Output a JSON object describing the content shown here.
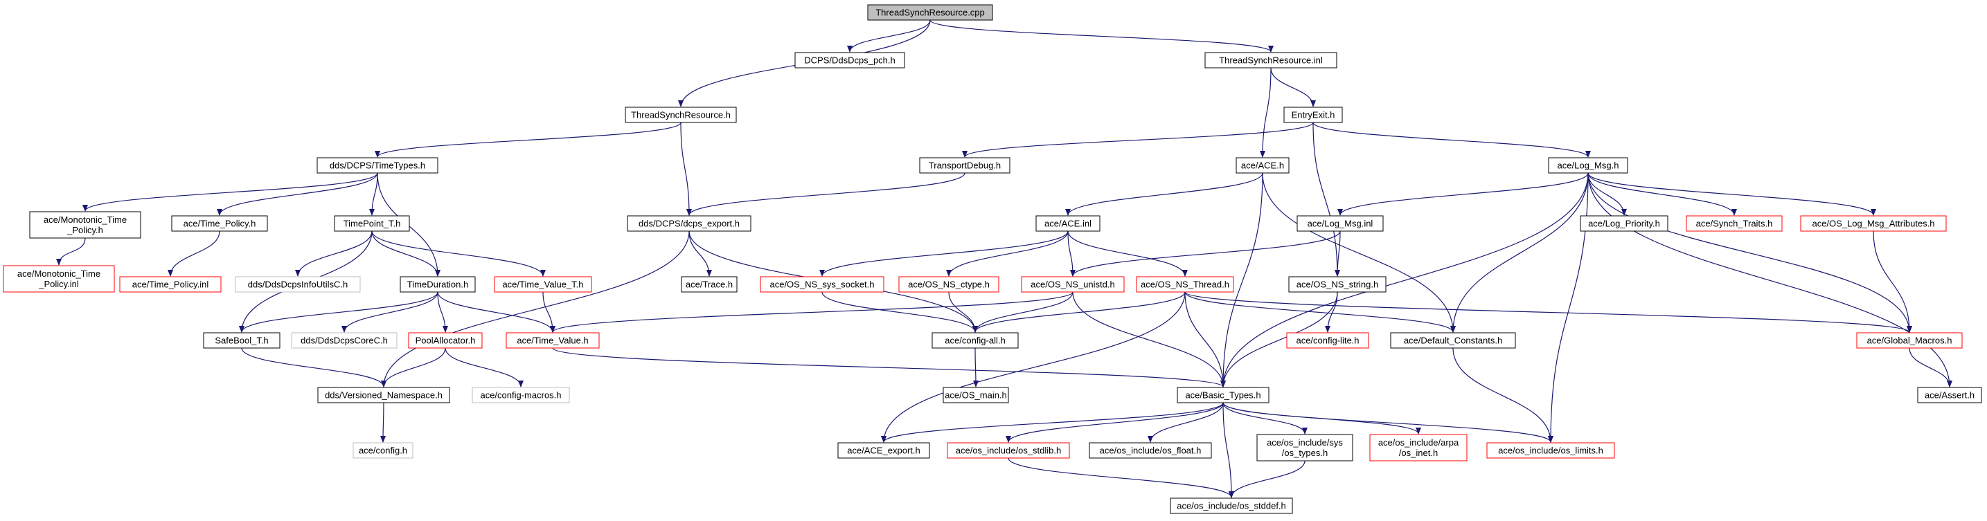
{
  "colors": {
    "edge": "#191970",
    "border_normal": "#000000",
    "border_missing": "#ff0000",
    "border_external": "#bfbfbf",
    "root_fill": "#bfbfbf",
    "fill": "#ffffff"
  },
  "nodes": [
    {
      "id": "root",
      "label": "ThreadSynchResource.cpp",
      "kind": "root"
    },
    {
      "id": "pch",
      "label": "DCPS/DdsDcps_pch.h",
      "kind": "normal"
    },
    {
      "id": "inl_main",
      "label": "ThreadSynchResource.inl",
      "kind": "normal"
    },
    {
      "id": "h_main",
      "label": "ThreadSynchResource.h",
      "kind": "normal"
    },
    {
      "id": "entryexit",
      "label": "EntryExit.h",
      "kind": "normal"
    },
    {
      "id": "timetypes",
      "label": "dds/DCPS/TimeTypes.h",
      "kind": "normal"
    },
    {
      "id": "transportdebug",
      "label": "TransportDebug.h",
      "kind": "normal"
    },
    {
      "id": "ace_h",
      "label": "ace/ACE.h",
      "kind": "normal"
    },
    {
      "id": "logmsg",
      "label": "ace/Log_Msg.h",
      "kind": "normal"
    },
    {
      "id": "mono_h",
      "label": "ace/Monotonic_Time\n_Policy.h",
      "kind": "normal"
    },
    {
      "id": "timepolicy_h",
      "label": "ace/Time_Policy.h",
      "kind": "normal"
    },
    {
      "id": "timepoint",
      "label": "TimePoint_T.h",
      "kind": "normal"
    },
    {
      "id": "dcps_export",
      "label": "dds/DCPS/dcps_export.h",
      "kind": "normal"
    },
    {
      "id": "ace_inl",
      "label": "ace/ACE.inl",
      "kind": "normal"
    },
    {
      "id": "logmsg_inl",
      "label": "ace/Log_Msg.inl",
      "kind": "normal"
    },
    {
      "id": "logpriority",
      "label": "ace/Log_Priority.h",
      "kind": "normal"
    },
    {
      "id": "synchtraits",
      "label": "ace/Synch_Traits.h",
      "kind": "missing"
    },
    {
      "id": "oslogmsg",
      "label": "ace/OS_Log_Msg_Attributes.h",
      "kind": "missing"
    },
    {
      "id": "mono_inl",
      "label": "ace/Monotonic_Time\n_Policy.inl",
      "kind": "missing"
    },
    {
      "id": "timepolicy_inl",
      "label": "ace/Time_Policy.inl",
      "kind": "missing"
    },
    {
      "id": "ddsinfoutils",
      "label": "dds/DdsDcpsInfoUtilsC.h",
      "kind": "external"
    },
    {
      "id": "timevalue_t",
      "label": "ace/Time_Value_T.h",
      "kind": "missing"
    },
    {
      "id": "trace",
      "label": "ace/Trace.h",
      "kind": "normal"
    },
    {
      "id": "ns_socket",
      "label": "ace/OS_NS_sys_socket.h",
      "kind": "missing"
    },
    {
      "id": "ns_ctype",
      "label": "ace/OS_NS_ctype.h",
      "kind": "missing"
    },
    {
      "id": "ns_unistd",
      "label": "ace/OS_NS_unistd.h",
      "kind": "missing"
    },
    {
      "id": "ns_thread",
      "label": "ace/OS_NS_Thread.h",
      "kind": "missing"
    },
    {
      "id": "ns_string",
      "label": "ace/OS_NS_string.h",
      "kind": "normal"
    },
    {
      "id": "timeduration",
      "label": "TimeDuration.h",
      "kind": "normal"
    },
    {
      "id": "safebool",
      "label": "SafeBool_T.h",
      "kind": "normal"
    },
    {
      "id": "ddscore",
      "label": "dds/DdsDcpsCoreC.h",
      "kind": "external"
    },
    {
      "id": "poolalloc",
      "label": "PoolAllocator.h",
      "kind": "missing"
    },
    {
      "id": "timevalue",
      "label": "ace/Time_Value.h",
      "kind": "missing"
    },
    {
      "id": "configall",
      "label": "ace/config-all.h",
      "kind": "normal"
    },
    {
      "id": "configlite",
      "label": "ace/config-lite.h",
      "kind": "missing"
    },
    {
      "id": "defconst",
      "label": "ace/Default_Constants.h",
      "kind": "normal"
    },
    {
      "id": "globalmacros",
      "label": "ace/Global_Macros.h",
      "kind": "missing"
    },
    {
      "id": "versioned",
      "label": "dds/Versioned_Namespace.h",
      "kind": "normal"
    },
    {
      "id": "configmacros",
      "label": "ace/config-macros.h",
      "kind": "external"
    },
    {
      "id": "osmain",
      "label": "ace/OS_main.h",
      "kind": "normal"
    },
    {
      "id": "basictypes",
      "label": "ace/Basic_Types.h",
      "kind": "normal"
    },
    {
      "id": "assert",
      "label": "ace/Assert.h",
      "kind": "normal"
    },
    {
      "id": "config",
      "label": "ace/config.h",
      "kind": "external"
    },
    {
      "id": "aceexport",
      "label": "ace/ACE_export.h",
      "kind": "normal"
    },
    {
      "id": "stdlib",
      "label": "ace/os_include/os_stdlib.h",
      "kind": "missing"
    },
    {
      "id": "osfloat",
      "label": "ace/os_include/os_float.h",
      "kind": "normal"
    },
    {
      "id": "systypes",
      "label": "ace/os_include/sys\n/os_types.h",
      "kind": "normal"
    },
    {
      "id": "arpainet",
      "label": "ace/os_include/arpa\n/os_inet.h",
      "kind": "missing"
    },
    {
      "id": "oslimits",
      "label": "ace/os_include/os_limits.h",
      "kind": "missing"
    },
    {
      "id": "stddef",
      "label": "ace/os_include/os_stddef.h",
      "kind": "normal"
    }
  ],
  "edges": [
    [
      "root",
      "pch"
    ],
    [
      "root",
      "inl_main"
    ],
    [
      "root",
      "h_main"
    ],
    [
      "inl_main",
      "entryexit"
    ],
    [
      "inl_main",
      "ace_h"
    ],
    [
      "h_main",
      "timetypes"
    ],
    [
      "h_main",
      "dcps_export"
    ],
    [
      "entryexit",
      "transportdebug"
    ],
    [
      "entryexit",
      "logmsg"
    ],
    [
      "entryexit",
      "ns_string"
    ],
    [
      "timetypes",
      "mono_h"
    ],
    [
      "timetypes",
      "timepolicy_h"
    ],
    [
      "timetypes",
      "timepoint"
    ],
    [
      "timetypes",
      "timeduration"
    ],
    [
      "transportdebug",
      "dcps_export"
    ],
    [
      "ace_h",
      "ace_inl"
    ],
    [
      "ace_h",
      "basictypes"
    ],
    [
      "ace_h",
      "defconst"
    ],
    [
      "logmsg",
      "logmsg_inl"
    ],
    [
      "logmsg",
      "logpriority"
    ],
    [
      "logmsg",
      "synchtraits"
    ],
    [
      "logmsg",
      "oslogmsg"
    ],
    [
      "logmsg",
      "defconst"
    ],
    [
      "logmsg",
      "globalmacros"
    ],
    [
      "logmsg",
      "basictypes"
    ],
    [
      "logmsg",
      "oslimits"
    ],
    [
      "logmsg",
      "assert"
    ],
    [
      "mono_h",
      "mono_inl"
    ],
    [
      "timepolicy_h",
      "timepolicy_inl"
    ],
    [
      "timepoint",
      "ddsinfoutils"
    ],
    [
      "timepoint",
      "timevalue_t"
    ],
    [
      "timepoint",
      "timeduration"
    ],
    [
      "timepoint",
      "safebool"
    ],
    [
      "dcps_export",
      "trace"
    ],
    [
      "dcps_export",
      "configall"
    ],
    [
      "dcps_export",
      "versioned"
    ],
    [
      "ace_inl",
      "ns_socket"
    ],
    [
      "ace_inl",
      "ns_ctype"
    ],
    [
      "ace_inl",
      "ns_unistd"
    ],
    [
      "ace_inl",
      "ns_thread"
    ],
    [
      "logmsg_inl",
      "ns_unistd"
    ],
    [
      "logmsg_inl",
      "ns_string"
    ],
    [
      "oslogmsg",
      "globalmacros"
    ],
    [
      "timevalue_t",
      "timevalue"
    ],
    [
      "ns_socket",
      "configall"
    ],
    [
      "ns_ctype",
      "configall"
    ],
    [
      "ns_unistd",
      "configall"
    ],
    [
      "ns_unistd",
      "basictypes"
    ],
    [
      "ns_unistd",
      "timevalue"
    ],
    [
      "ns_thread",
      "configall"
    ],
    [
      "ns_thread",
      "basictypes"
    ],
    [
      "ns_thread",
      "defconst"
    ],
    [
      "ns_thread",
      "globalmacros"
    ],
    [
      "ns_thread",
      "aceexport"
    ],
    [
      "ns_string",
      "configlite"
    ],
    [
      "ns_string",
      "basictypes"
    ],
    [
      "timeduration",
      "safebool"
    ],
    [
      "timeduration",
      "ddscore"
    ],
    [
      "timeduration",
      "poolalloc"
    ],
    [
      "timeduration",
      "timevalue"
    ],
    [
      "safebool",
      "versioned"
    ],
    [
      "poolalloc",
      "versioned"
    ],
    [
      "poolalloc",
      "configmacros"
    ],
    [
      "timevalue",
      "basictypes"
    ],
    [
      "configall",
      "osmain"
    ],
    [
      "defconst",
      "oslimits"
    ],
    [
      "globalmacros",
      "assert"
    ],
    [
      "versioned",
      "config"
    ],
    [
      "basictypes",
      "aceexport"
    ],
    [
      "basictypes",
      "stdlib"
    ],
    [
      "basictypes",
      "osfloat"
    ],
    [
      "basictypes",
      "systypes"
    ],
    [
      "basictypes",
      "arpainet"
    ],
    [
      "basictypes",
      "oslimits"
    ],
    [
      "basictypes",
      "stddef"
    ],
    [
      "stdlib",
      "stddef"
    ],
    [
      "systypes",
      "stddef"
    ]
  ]
}
